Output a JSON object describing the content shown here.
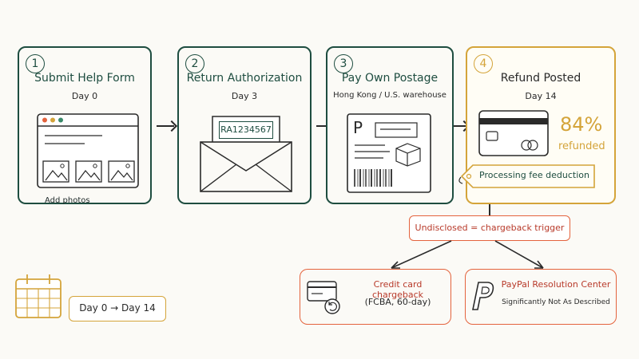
{
  "steps": [
    {
      "number": "1",
      "title": "Submit Help Form",
      "subtitle": "Day 0",
      "detail": "Add photos"
    },
    {
      "number": "2",
      "title": "Return Authorization",
      "subtitle": "Day 3",
      "detail": "RA1234567"
    },
    {
      "number": "3",
      "title": "Pay Own Postage",
      "subtitle": "Hong Kong / U.S. warehouse",
      "detail": "P"
    },
    {
      "number": "4",
      "title": "Refund Posted",
      "subtitle": "Day 14",
      "detail": "84%",
      "detail2": "refunded"
    }
  ],
  "fee_tag": "Processing fee deduction",
  "trigger": "Undisclosed = chargeback trigger",
  "options": [
    {
      "title": "Credit card chargeback",
      "subtitle": "(FCBA, 60-day)"
    },
    {
      "title": "PayPal Resolution Center",
      "subtitle": "Significantly Not As Described"
    }
  ],
  "timeline": "Day 0 → Day 14",
  "colors": {
    "green": "#1e4d40",
    "gold": "#d4a43a",
    "orange": "#e4633d",
    "card_bg": "#fffdf5"
  }
}
